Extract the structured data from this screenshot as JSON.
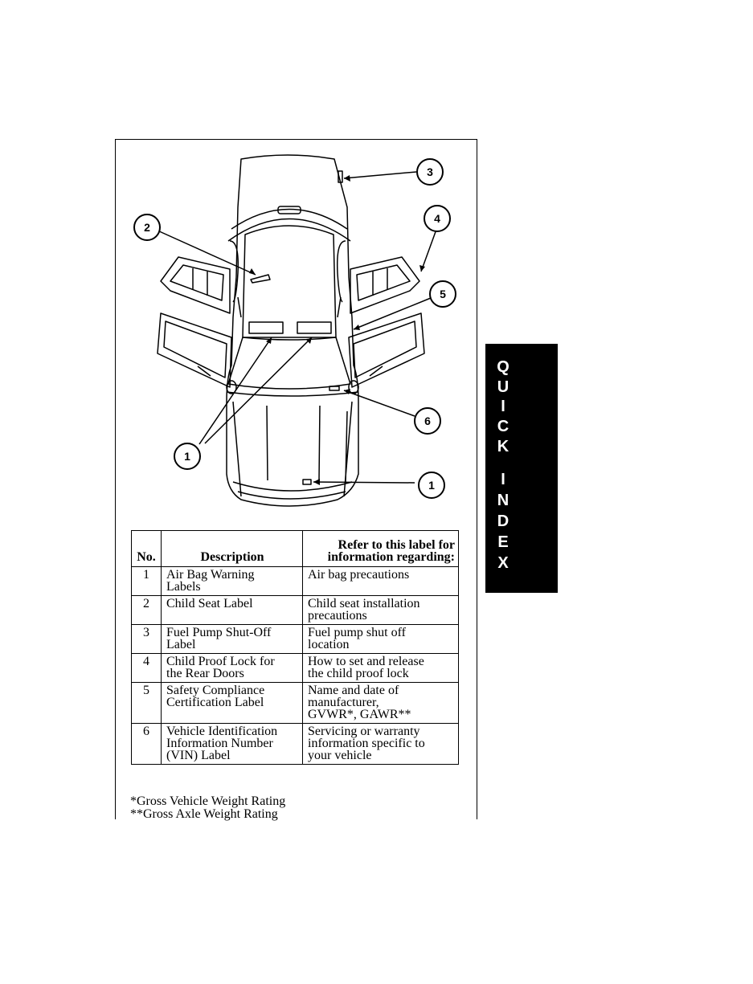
{
  "callouts": [
    "3",
    "4",
    "2",
    "5",
    "6",
    "1",
    "1"
  ],
  "table": {
    "headers": {
      "no": "No.",
      "description": "Description",
      "refer_line1": "Refer to this label for",
      "refer_line2": "information regarding:"
    },
    "rows": [
      {
        "no": "1",
        "desc": [
          "Air Bag Warning",
          "Labels"
        ],
        "ref": [
          "Air bag precautions"
        ]
      },
      {
        "no": "2",
        "desc": [
          "Child Seat Label"
        ],
        "ref": [
          "Child seat installation",
          "precautions"
        ]
      },
      {
        "no": "3",
        "desc": [
          "Fuel Pump Shut-Off",
          "Label"
        ],
        "ref": [
          "Fuel pump shut off",
          "location"
        ]
      },
      {
        "no": "4",
        "desc": [
          "Child Proof Lock for",
          "the Rear Doors"
        ],
        "ref": [
          "How to set and release",
          "the child proof lock"
        ]
      },
      {
        "no": "5",
        "desc": [
          "Safety Compliance",
          "Certification Label"
        ],
        "ref": [
          "Name and date of",
          "manufacturer,",
          "GVWR*, GAWR**"
        ]
      },
      {
        "no": "6",
        "desc": [
          "Vehicle Identification",
          "Information Number",
          "(VIN) Label"
        ],
        "ref": [
          "Servicing or warranty",
          "information specific to",
          "your vehicle"
        ]
      }
    ]
  },
  "footnotes": [
    "*Gross Vehicle Weight Rating",
    "**Gross Axle Weight Rating"
  ],
  "side_tab": {
    "letters": [
      "Q",
      "U",
      "I",
      "C",
      "K",
      "",
      "I",
      "N",
      "D",
      "E",
      "X"
    ]
  }
}
